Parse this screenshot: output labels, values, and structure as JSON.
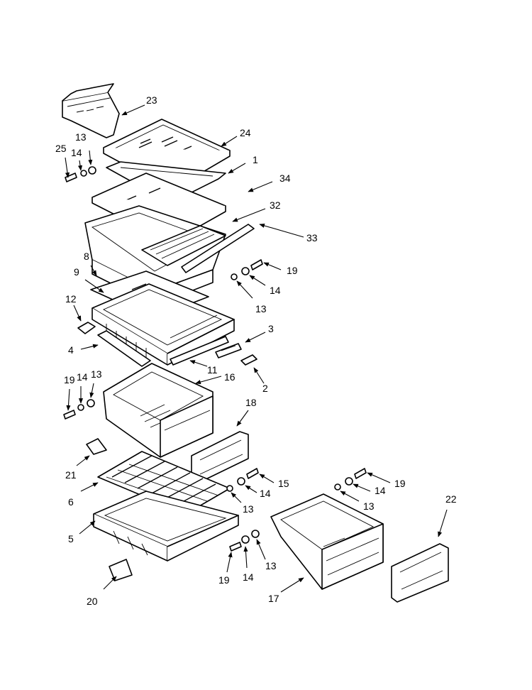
{
  "diagram": {
    "callouts": [
      "23",
      "24",
      "1",
      "34",
      "32",
      "33",
      "13",
      "14",
      "25",
      "8",
      "9",
      "19",
      "14",
      "13",
      "12",
      "3",
      "4",
      "11",
      "2",
      "19",
      "14",
      "13",
      "16",
      "18",
      "21",
      "15",
      "14",
      "13",
      "6",
      "5",
      "19",
      "14",
      "13",
      "22",
      "19",
      "14",
      "13",
      "17",
      "20"
    ]
  }
}
